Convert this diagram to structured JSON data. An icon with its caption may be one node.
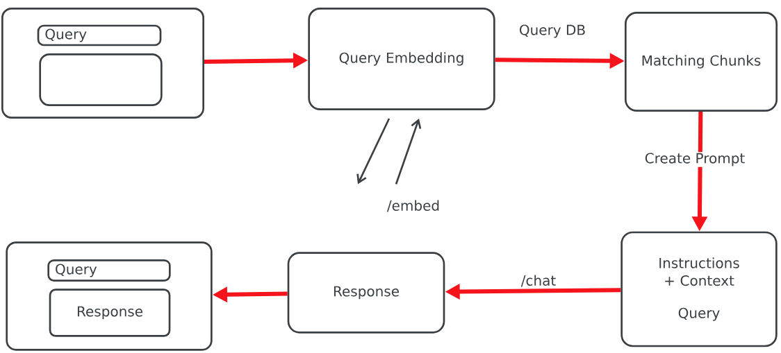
{
  "diagram": {
    "nodes": [
      {
        "text": [],
        "shape": "box"
      },
      {
        "text": [
          "Query"
        ],
        "in": 0
      },
      {
        "text": [],
        "shape": "box",
        "in": 0
      },
      {
        "text": [
          "Query Embedding"
        ]
      },
      {
        "text": [
          "Matching Chunks"
        ]
      },
      {
        "text": [
          "Instructions + Context",
          "Query"
        ]
      },
      {
        "text": [
          "Response"
        ]
      },
      {
        "text": [],
        "shape": "box"
      },
      {
        "text": [
          "Query"
        ],
        "in": 7
      },
      {
        "text": [
          "Response"
        ],
        "in": 7
      },
      {
        "text": [
          "/embed"
        ]
      }
    ],
    "edges": [
      {
        "from": 0,
        "to": 3,
        "arrow": "to"
      },
      {
        "from": 3,
        "to": 4,
        "arrow": "to",
        "label": "Query DB"
      },
      {
        "from": 4,
        "to": 5,
        "arrow": "to",
        "label": "Create Prompt"
      },
      {
        "from": 5,
        "to": 6,
        "arrow": "to",
        "label": "/chat"
      },
      {
        "from": 6,
        "to": 7,
        "arrow": "to"
      },
      {
        "from": 3,
        "to": 10,
        "arrow": "to",
        "color": "#3a3f44"
      },
      {
        "from": 10,
        "to": 3,
        "arrow": "to",
        "color": "#3a3f44"
      }
    ]
  }
}
